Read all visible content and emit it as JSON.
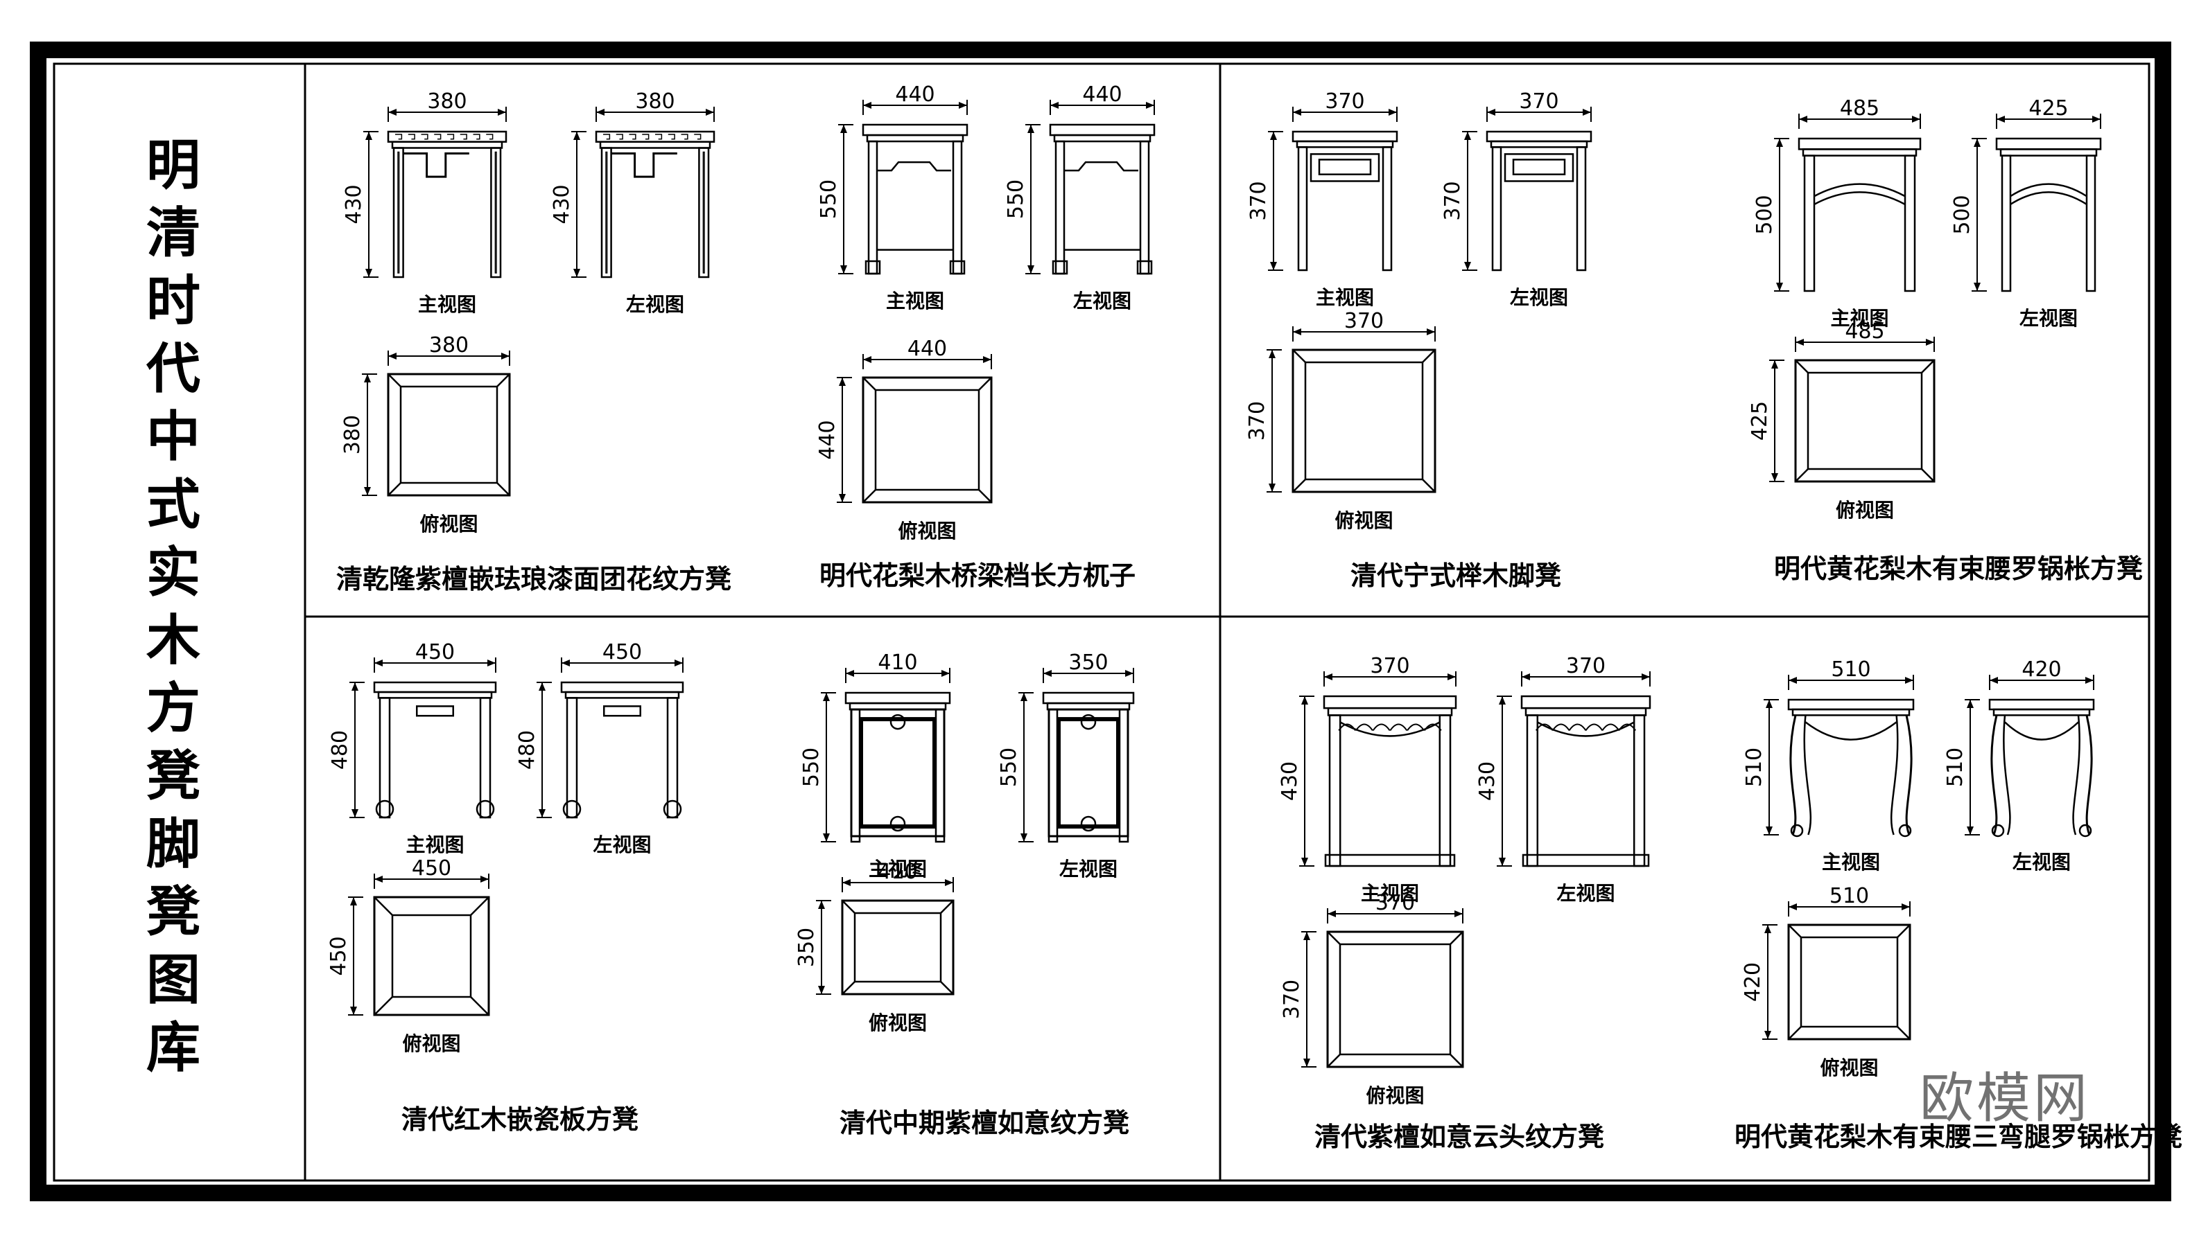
{
  "sheet_title": "明清时代中式实木方凳脚凳图库",
  "view_labels": {
    "front": "主视图",
    "side": "左视图",
    "top": "俯视图"
  },
  "items": [
    {
      "name": "清乾隆紫檀嵌珐琅漆面团花纹方凳",
      "dims": {
        "front_w": "380",
        "side_w": "380",
        "height": "430",
        "top_w": "380",
        "top_d": "380"
      }
    },
    {
      "name": "明代花梨木桥梁档长方杌子",
      "dims": {
        "front_w": "440",
        "side_w": "440",
        "height": "550",
        "top_w": "440",
        "top_d": "440"
      }
    },
    {
      "name": "清代宁式榉木脚凳",
      "dims": {
        "front_w": "370",
        "side_w": "370",
        "height": "370",
        "top_w": "370",
        "top_d": "370"
      }
    },
    {
      "name": "明代黄花梨木有束腰罗锅枨方凳",
      "dims": {
        "front_w": "485",
        "side_w": "425",
        "height": "500",
        "top_w": "485",
        "top_d": "425"
      }
    },
    {
      "name": "清代红木嵌瓷板方凳",
      "dims": {
        "front_w": "450",
        "side_w": "450",
        "height": "480",
        "top_w": "450",
        "top_d": "450"
      }
    },
    {
      "name": "清代中期紫檀如意纹方凳",
      "dims": {
        "front_w": "410",
        "side_w": "350",
        "height": "550",
        "top_w": "410",
        "top_d": "350"
      }
    },
    {
      "name": "清代紫檀如意云头纹方凳",
      "dims": {
        "front_w": "370",
        "side_w": "370",
        "height": "430",
        "top_w": "370",
        "top_d": "370"
      }
    },
    {
      "name": "明代黄花梨木有束腰三弯腿罗锅枨方凳",
      "dims": {
        "front_w": "510",
        "side_w": "420",
        "height": "510",
        "top_w": "510",
        "top_d": "420"
      }
    }
  ],
  "watermark": "欧模网"
}
